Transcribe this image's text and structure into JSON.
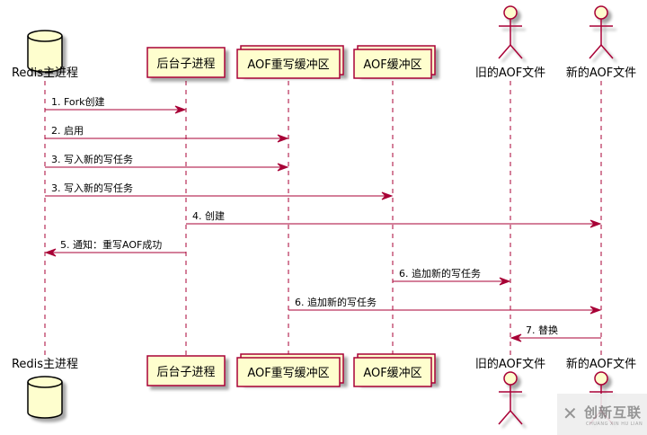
{
  "colors": {
    "line": "#A80036",
    "fill": "#FEFECE",
    "shadow": "#c8c8c8"
  },
  "participants": [
    {
      "id": "redis",
      "label": "Redis主进程",
      "shape": "database"
    },
    {
      "id": "child",
      "label": "后台子进程",
      "shape": "participant"
    },
    {
      "id": "rewrite_buf",
      "label": "AOF重写缓冲区",
      "shape": "collections"
    },
    {
      "id": "aof_buf",
      "label": "AOF缓冲区",
      "shape": "collections"
    },
    {
      "id": "old_file",
      "label": "旧的AOF文件",
      "shape": "actor"
    },
    {
      "id": "new_file",
      "label": "新的AOF文件",
      "shape": "actor"
    }
  ],
  "messages": [
    {
      "from": "redis",
      "to": "child",
      "label": "1. Fork创建"
    },
    {
      "from": "redis",
      "to": "rewrite_buf",
      "label": "2. 启用"
    },
    {
      "from": "redis",
      "to": "rewrite_buf",
      "label": "3. 写入新的写任务"
    },
    {
      "from": "redis",
      "to": "aof_buf",
      "label": "3. 写入新的写任务"
    },
    {
      "from": "child",
      "to": "new_file",
      "label": "4. 创建"
    },
    {
      "from": "child",
      "to": "redis",
      "label": "5. 通知：重写AOF成功"
    },
    {
      "from": "aof_buf",
      "to": "old_file",
      "label": "6. 追加新的写任务"
    },
    {
      "from": "rewrite_buf",
      "to": "new_file",
      "label": "6. 追加新的写任务"
    },
    {
      "from": "new_file",
      "to": "old_file",
      "label": "7. 替换"
    }
  ],
  "watermark": {
    "mark": "✕",
    "text_cn": "创新互联",
    "text_en": "CHUANG XIN HU LIAN"
  }
}
